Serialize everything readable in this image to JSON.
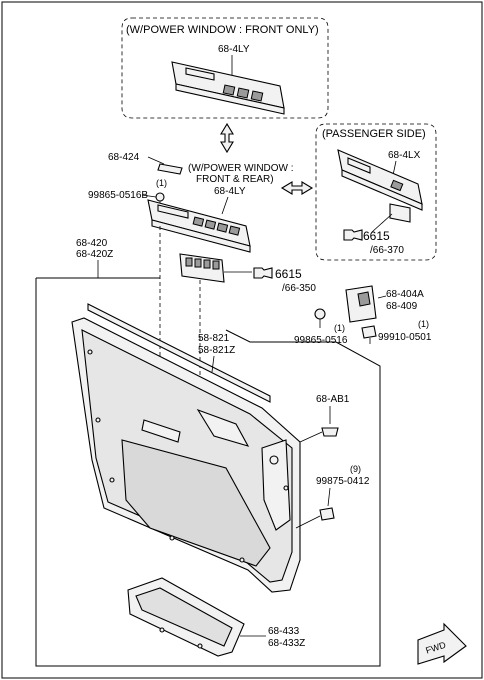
{
  "boxes": {
    "front_only": "(W/POWER WINDOW : FRONT ONLY)",
    "passenger_side": "(PASSENGER SIDE)",
    "front_rear_line1": "(W/POWER WINDOW :",
    "front_rear_line2": "FRONT & REAR)"
  },
  "parts": {
    "switch_front_only": "68-4LY",
    "switch_passenger": "68-4LX",
    "switch_front_rear": "68-4LY",
    "pad": "68-424",
    "screw_qty": "(1)",
    "screw": "99865-0516B",
    "trim_main_1": "68-420",
    "trim_main_2": "68-420Z",
    "ref_6615_passenger": "6615",
    "ref_66370": "/66-370",
    "ref_6615_main": "6615",
    "ref_66350": "/66-350",
    "bracket_1": "68-404A",
    "bracket_2": "68-409",
    "screw2_qty": "(1)",
    "screw2": "99865-0516",
    "clip_qty": "(1)",
    "clip": "99910-0501",
    "weatherstrip_1": "58-821",
    "weatherstrip_2": "58-821Z",
    "grommet": "68-AB1",
    "fastener_qty": "(9)",
    "fastener": "99875-0412",
    "pocket_1": "68-433",
    "pocket_2": "68-433Z"
  },
  "fwd": "FWD",
  "icons": [
    "connector-icon",
    "double-arrow-icon",
    "fwd-arrow-icon"
  ]
}
